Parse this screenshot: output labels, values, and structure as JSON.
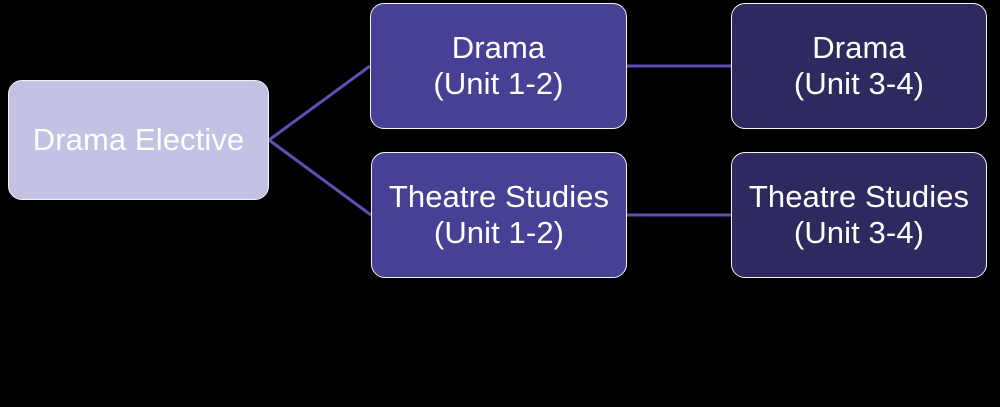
{
  "diagram": {
    "title": "Drama Elective pathway flowchart",
    "background_color": "#000000",
    "nodes": {
      "drama_elective": {
        "label": "Drama Elective",
        "line1": "Drama Elective",
        "line2": "",
        "fill": "#C3C1E4",
        "text_color": "#FFFFFF"
      },
      "drama_unit12": {
        "label": "Drama (Unit 1-2)",
        "line1": "Drama",
        "line2": "(Unit 1-2)",
        "fill": "#464194",
        "text_color": "#FFFFFF"
      },
      "drama_unit34": {
        "label": "Drama (Unit 3-4)",
        "line1": "Drama",
        "line2": "(Unit 3-4)",
        "fill": "#2E2A60",
        "text_color": "#FFFFFF"
      },
      "theatre_unit12": {
        "label": "Theatre Studies (Unit 1-2)",
        "line1": "Theatre Studies",
        "line2": "(Unit 1-2)",
        "fill": "#464194",
        "text_color": "#FFFFFF"
      },
      "theatre_unit34": {
        "label": "Theatre Studies (Unit 3-4)",
        "line1": "Theatre Studies",
        "line2": "(Unit 3-4)",
        "fill": "#2E2A60",
        "text_color": "#FFFFFF"
      }
    },
    "connectors": {
      "color": "#5B51B5",
      "items": [
        {
          "name": "drama-elective-to-drama-unit12",
          "type": "diagonal"
        },
        {
          "name": "drama-elective-to-theatre-unit12",
          "type": "diagonal"
        },
        {
          "name": "drama-unit12-to-drama-unit34",
          "type": "horizontal"
        },
        {
          "name": "theatre-unit12-to-theatre-unit34",
          "type": "horizontal"
        }
      ]
    }
  }
}
